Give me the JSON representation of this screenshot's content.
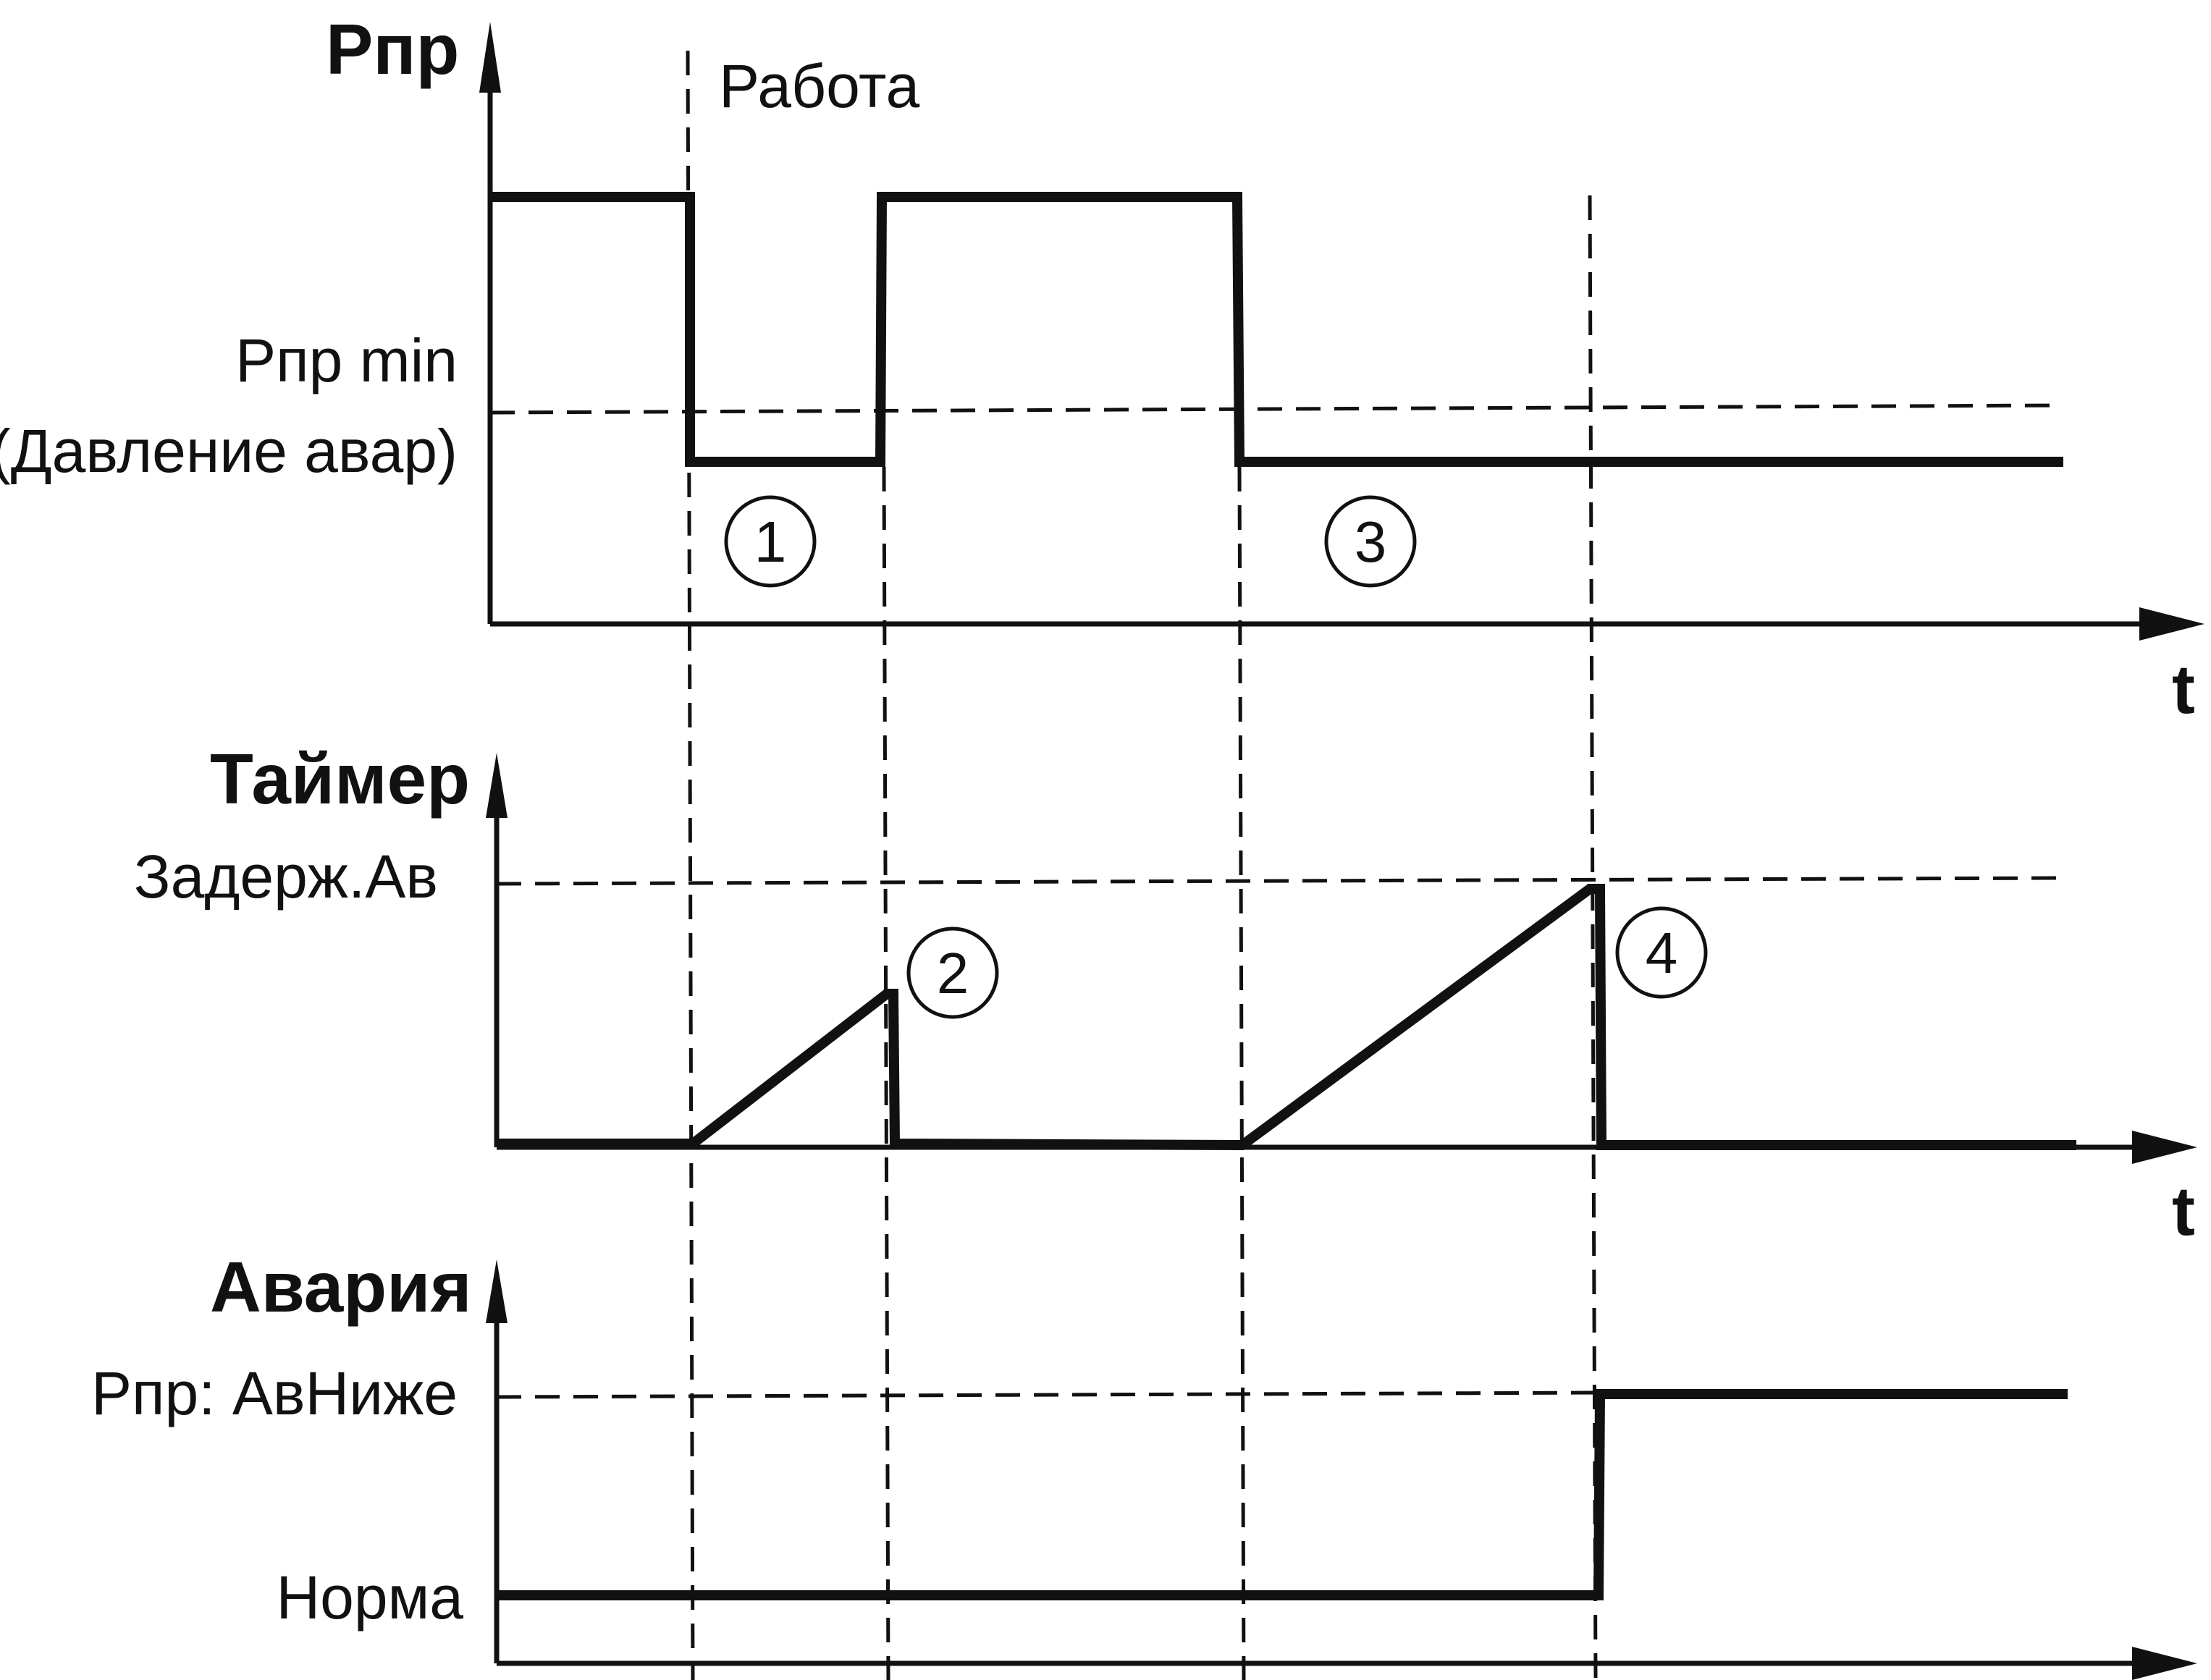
{
  "events": {
    "work_label": "Работа",
    "markers": [
      "1",
      "2",
      "3",
      "4"
    ]
  },
  "pressure_chart": {
    "title": "Рпр",
    "level_label_line1": "Рпр min",
    "level_label_line2": "(Давление авар)",
    "time_axis_label": "t"
  },
  "timer_chart": {
    "title": "Таймер",
    "level_label": "Задерж.Ав",
    "time_axis_label": "t"
  },
  "alarm_chart": {
    "title": "Авария",
    "high_label": "Рпр: АвНиже",
    "low_label": "Норма"
  },
  "colors": {
    "line": "#111111",
    "background": "#ffffff"
  }
}
